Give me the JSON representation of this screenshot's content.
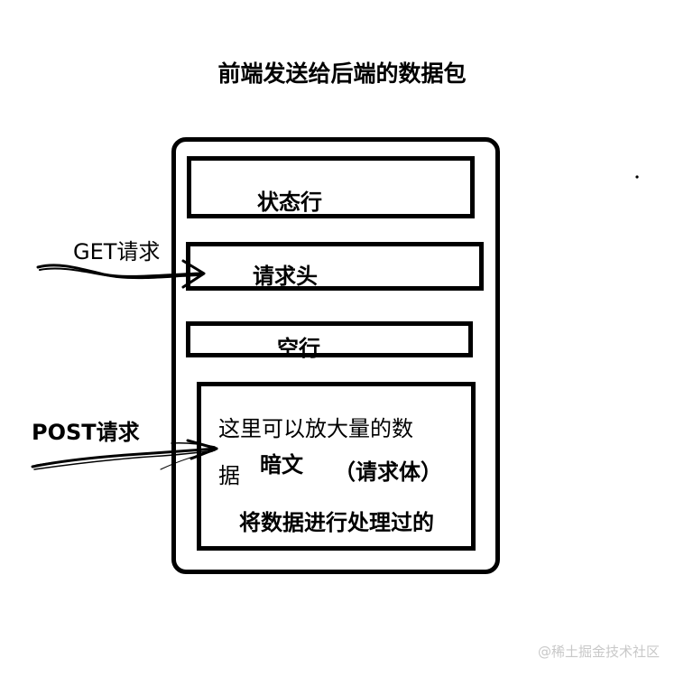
{
  "diagram": {
    "title": "前端发送给后端的数据包",
    "sections": {
      "status_line": "状态行",
      "request_header": "请求头",
      "blank_line": "空行",
      "body": {
        "line1": "这里可以放大量的数",
        "line2_char": "据",
        "ciphertext": "暗文",
        "request_body": "（请求体）",
        "processed": "将数据进行处理过的"
      }
    },
    "get_label": "GET请求",
    "post_label": "POST请求",
    "watermark": "@稀土掘金技术社区"
  }
}
